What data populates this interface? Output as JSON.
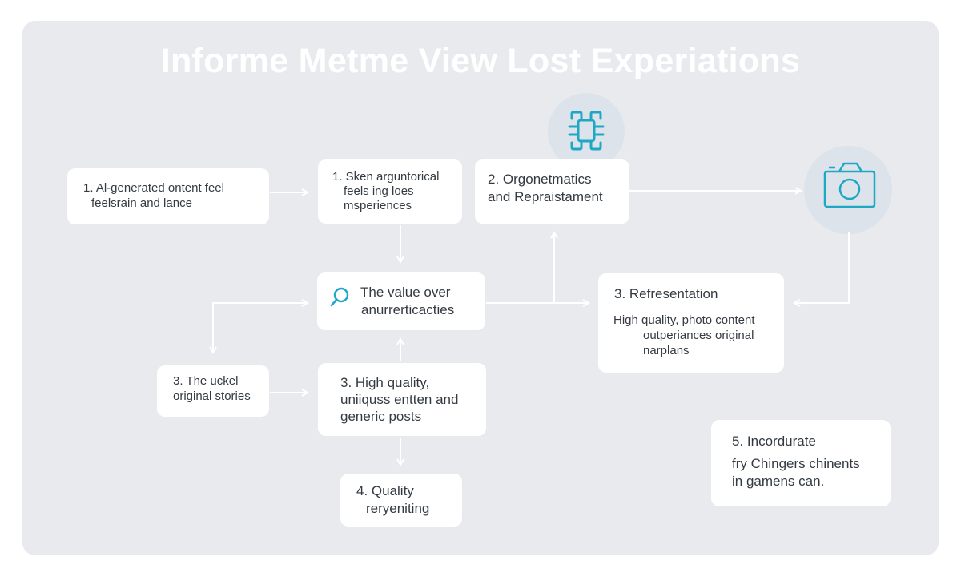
{
  "title": "Informe Metme View Lost Experiations",
  "colors": {
    "panel": "#e8eaee",
    "box": "#ffffff",
    "text": "#333a42",
    "accent": "#1ea8c4",
    "arrow": "#ffffff"
  },
  "icons": {
    "top": "grip-handle-icon",
    "camera": "camera-icon",
    "search": "search-icon"
  },
  "nodes": {
    "n1": {
      "line1": "1.  Al-generated ontent feel",
      "line2": "feelsrain and lance"
    },
    "n2": {
      "line1": "1. Sken arguntorical",
      "line2": "feels ing loes",
      "line3": "msperiences"
    },
    "n3": {
      "line1": "2. Orgonetmatics",
      "line2": "and Repraistament"
    },
    "n4": {
      "line1": "The value over",
      "line2": "anurrerticacties"
    },
    "n5": {
      "line1": "3.  Refresentation",
      "line2": "High quality, photo content",
      "line3": "outperiances original",
      "line4": "narplans"
    },
    "n6": {
      "line1": "3.  The uckel",
      "line2": "original stories"
    },
    "n7": {
      "line1": "3.  High quality,",
      "line2": "uniiquss entten and",
      "line3": "generic posts"
    },
    "n8": {
      "line1": "4.  Quality",
      "line2": "reryeniting"
    },
    "n9": {
      "line1": "5.  Incordurate",
      "line2": "fry Chingers chinents",
      "line3": "in gamens can."
    }
  }
}
